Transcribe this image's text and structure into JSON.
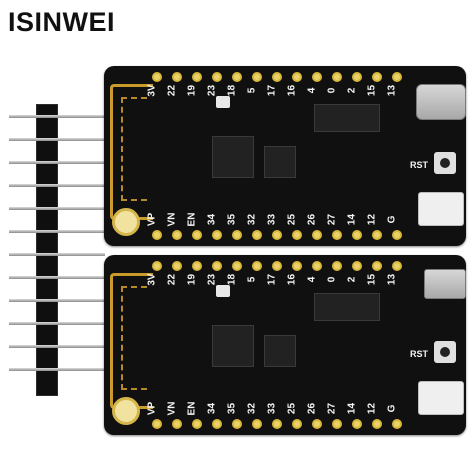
{
  "brand": "ISINWEI",
  "board_top": {
    "pin_labels_top": [
      "3V",
      "22",
      "19",
      "23",
      "18",
      "5",
      "17",
      "16",
      "4",
      "0",
      "2",
      "15",
      "13"
    ],
    "pin_labels_bottom": [
      "VP",
      "VN",
      "EN",
      "34",
      "35",
      "32",
      "33",
      "25",
      "26",
      "27",
      "14",
      "12",
      "G"
    ],
    "usb_connector": "usb-type-c",
    "button_label": "RST"
  },
  "board_bottom": {
    "pin_labels_top": [
      "3V",
      "22",
      "19",
      "23",
      "18",
      "5",
      "17",
      "16",
      "4",
      "0",
      "2",
      "15",
      "13"
    ],
    "pin_labels_bottom": [
      "VP",
      "VN",
      "EN",
      "34",
      "35",
      "32",
      "33",
      "25",
      "26",
      "27",
      "14",
      "12",
      "G"
    ],
    "usb_connector": "micro-usb",
    "button_label": "RST"
  }
}
